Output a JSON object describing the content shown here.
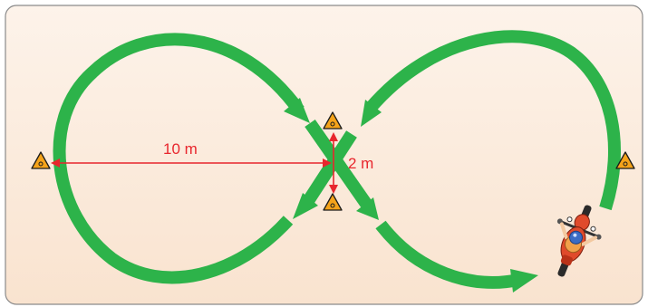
{
  "diagram": {
    "labels": {
      "horizontal_distance": "10 m",
      "vertical_distance": "2 m"
    },
    "colors": {
      "background": "#fbeadb",
      "border": "#8a8a8a",
      "track": "#2db34a",
      "dimension": "#e8262d",
      "cone_fill": "#f5a31a",
      "cone_stroke": "#1a1a1a",
      "bike_body": "#e04a2b",
      "rider_helmet": "#3b6cc4"
    },
    "cones": [
      "left-cone",
      "center-top-cone",
      "center-bottom-cone",
      "right-cone"
    ],
    "icons": [
      "motorcycle-rider-icon",
      "traffic-cone-icon",
      "arrow-head-icon"
    ]
  }
}
